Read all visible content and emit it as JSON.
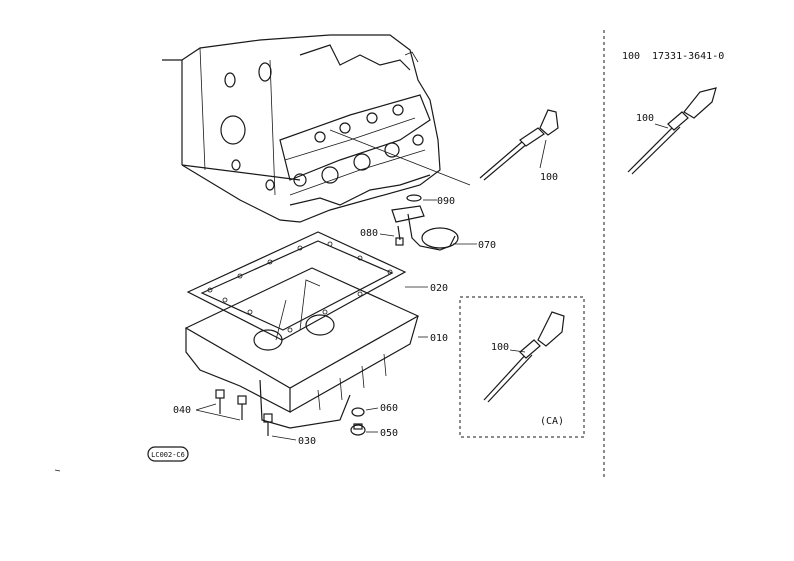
{
  "header": {
    "ref": "100",
    "part_number": "17331-3641-0"
  },
  "callouts": [
    {
      "id": "callout-100-main",
      "text": "100"
    },
    {
      "id": "callout-090",
      "text": "090"
    },
    {
      "id": "callout-080",
      "text": "080"
    },
    {
      "id": "callout-070",
      "text": "070"
    },
    {
      "id": "callout-020",
      "text": "020"
    },
    {
      "id": "callout-010",
      "text": "010"
    },
    {
      "id": "callout-040",
      "text": "040"
    },
    {
      "id": "callout-030",
      "text": "030"
    },
    {
      "id": "callout-060",
      "text": "060"
    },
    {
      "id": "callout-050",
      "text": "050"
    },
    {
      "id": "callout-100-ca",
      "text": "100"
    },
    {
      "id": "callout-100-right",
      "text": "100"
    }
  ],
  "inset": {
    "label": "(CA)"
  },
  "figure_code": "LC002-C6"
}
